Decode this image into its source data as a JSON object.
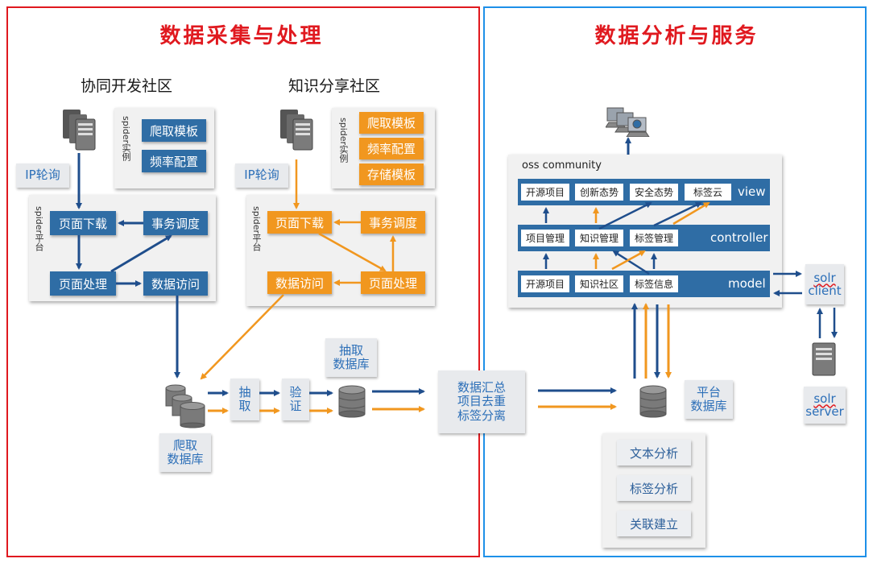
{
  "titles": {
    "left": "数据采集与处理",
    "right": "数据分析与服务"
  },
  "collab": {
    "title": "协同开发社区",
    "ip_label": "IP轮询",
    "spider_instance_label": "spider实例",
    "spider_platform_label": "spider平台",
    "template_buttons": [
      "爬取模板",
      "频率配置"
    ],
    "page_download": "页面下载",
    "task_schedule": "事务调度",
    "page_process": "页面处理",
    "data_access": "数据访问"
  },
  "knowledge": {
    "title": "知识分享社区",
    "ip_label": "IP轮询",
    "spider_instance_label": "spider实例",
    "spider_platform_label": "spider平台",
    "template_buttons": [
      "爬取模板",
      "频率配置",
      "存储模板"
    ],
    "page_download": "页面下载",
    "task_schedule": "事务调度",
    "page_process": "页面处理",
    "data_access": "数据访问"
  },
  "pipeline": {
    "crawl_db_label": "爬取\n数据库",
    "extract_label": "抽\n取",
    "verify_label": "验\n证",
    "extract_db_label": "抽取\n数据库",
    "summary_label": "数据汇总\n项目去重\n标签分离",
    "platform_db_label": "平台\n数据库"
  },
  "oss": {
    "title": "oss community",
    "view": {
      "label": "view",
      "items": [
        "开源项目",
        "创新态势",
        "安全态势",
        "标签云"
      ]
    },
    "controller": {
      "label": "controller",
      "items": [
        "项目管理",
        "知识管理",
        "标签管理"
      ]
    },
    "model": {
      "label": "model",
      "items": [
        "开源项目",
        "知识社区",
        "标签信息"
      ]
    }
  },
  "solr": {
    "client": {
      "word": "solr",
      "second": "client"
    },
    "server": {
      "word": "solr",
      "second": "server"
    }
  },
  "services": [
    "文本分析",
    "标签分析",
    "关联建立"
  ],
  "colors": {
    "blue_flow": "#1f4e8c",
    "orange_flow": "#f1971f",
    "region_red": "#e0191f",
    "region_blue": "#1e90e8"
  }
}
